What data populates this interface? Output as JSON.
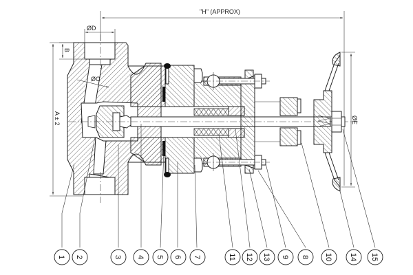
{
  "drawing": {
    "title": "Needle valve sectional drawing",
    "dimensions": {
      "overall_length": "\"H\"  (APPROX)",
      "port_diameter": "ØD",
      "port_depth": "B",
      "bore_diameter": "ØC",
      "body_height": "A ± 2",
      "handwheel_diameter": "ØE"
    },
    "balloons": [
      "1",
      "2",
      "3",
      "4",
      "5",
      "6",
      "7",
      "11",
      "12",
      "13",
      "9",
      "8",
      "10",
      "14",
      "15"
    ]
  }
}
